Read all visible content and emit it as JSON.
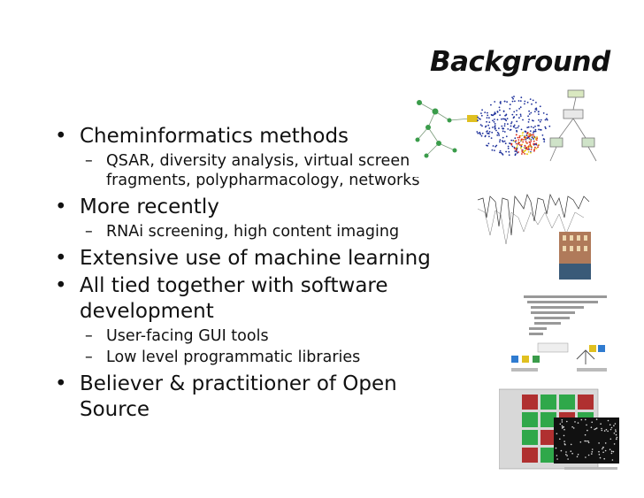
{
  "slide": {
    "title": "Background",
    "bullets": [
      {
        "text": "Cheminformatics methods",
        "sub": [
          "QSAR, diversity analysis, virtual screening,",
          "fragments, polypharmacology, networks"
        ]
      },
      {
        "text": "More recently",
        "sub": [
          "RNAi screening, high content imaging"
        ]
      },
      {
        "text": "Extensive use of machine learning",
        "sub": []
      },
      {
        "text": "All tied together with software",
        "text2": "development",
        "sub": [
          "User-facing GUI tools",
          "Low level programmatic libraries"
        ]
      },
      {
        "text": "Believer & practitioner of Open Source",
        "sub": []
      }
    ],
    "dash": "–"
  },
  "colors": {
    "network_node": "#3a9c4a",
    "scatter_blue": "#1c2f9a",
    "scatter_red": "#d8281c",
    "microscopy_green": "#2fa84a"
  }
}
